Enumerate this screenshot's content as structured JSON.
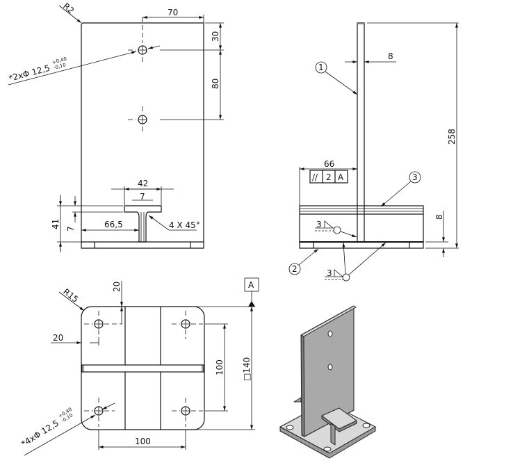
{
  "front_view": {
    "radius_label": "R2",
    "width_from_center": "70",
    "top_to_hole": "30",
    "hole_spacing": "80",
    "hole_callout": "*2xΦ 12,5",
    "tol_upper": "+0,40",
    "tol_lower": "-0,10",
    "flange_width": "42",
    "web_thickness": "7",
    "section_height": "41",
    "flange_thickness": "7",
    "offset": "66,5",
    "chamfer": "4 X 45°"
  },
  "side_view": {
    "plate_thickness": "8",
    "overall_height": "258",
    "base_thickness": "8",
    "frame_offset": "66",
    "tolerance_frame": {
      "symbol": "//",
      "value": "2",
      "datum": "A"
    },
    "balloons": [
      "1",
      "2",
      "3"
    ],
    "weld_size_1": "3",
    "weld_size_2": "3"
  },
  "top_view": {
    "radius_label": "R15",
    "edge_to_hole_y": "20",
    "edge_to_hole_x": "20",
    "hole_spacing_x": "100",
    "hole_spacing_y": "100",
    "plate_size": "□140",
    "datum": "A",
    "hole_callout": "*4xΦ 12,5",
    "tol_upper": "+0,40",
    "tol_lower": "-0,10"
  },
  "iso_view": {
    "shade_light": "#d9d9d9",
    "shade_mid": "#a9a9a9",
    "shade_dark": "#7a7a7a"
  }
}
